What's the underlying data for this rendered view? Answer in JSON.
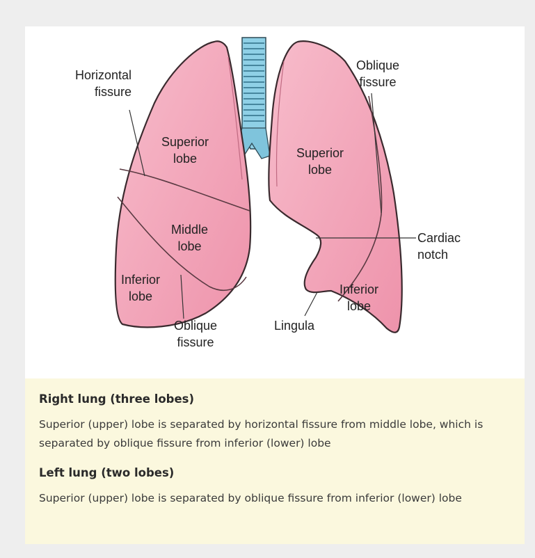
{
  "labels": {
    "horizontal_fissure": [
      "Horizontal",
      "fissure"
    ],
    "right_superior": [
      "Superior",
      "lobe"
    ],
    "right_middle": [
      "Middle",
      "lobe"
    ],
    "right_inferior": [
      "Inferior",
      "lobe"
    ],
    "right_oblique": [
      "Oblique",
      "fissure"
    ],
    "left_oblique": [
      "Oblique",
      "fissure"
    ],
    "left_superior": [
      "Superior",
      "lobe"
    ],
    "cardiac_notch": [
      "Cardiac",
      "notch"
    ],
    "left_inferior": [
      "Inferior",
      "lobe"
    ],
    "lingula": "Lingula"
  },
  "caption": {
    "right_heading": "Right lung (three lobes)",
    "right_text": "Superior (upper) lobe is separated by horizontal fissure from middle lobe, which is separated by oblique fissure from inferior (lower) lobe",
    "left_heading": "Left lung (two lobes)",
    "left_text": "Superior (upper) lobe is separated by oblique fissure from inferior (lower) lobe"
  },
  "colors": {
    "lung_fill": "#f2a3b8",
    "lung_outline": "#3a2a2e",
    "trachea": "#7fc4dc",
    "caption_bg": "#fbf8de"
  }
}
